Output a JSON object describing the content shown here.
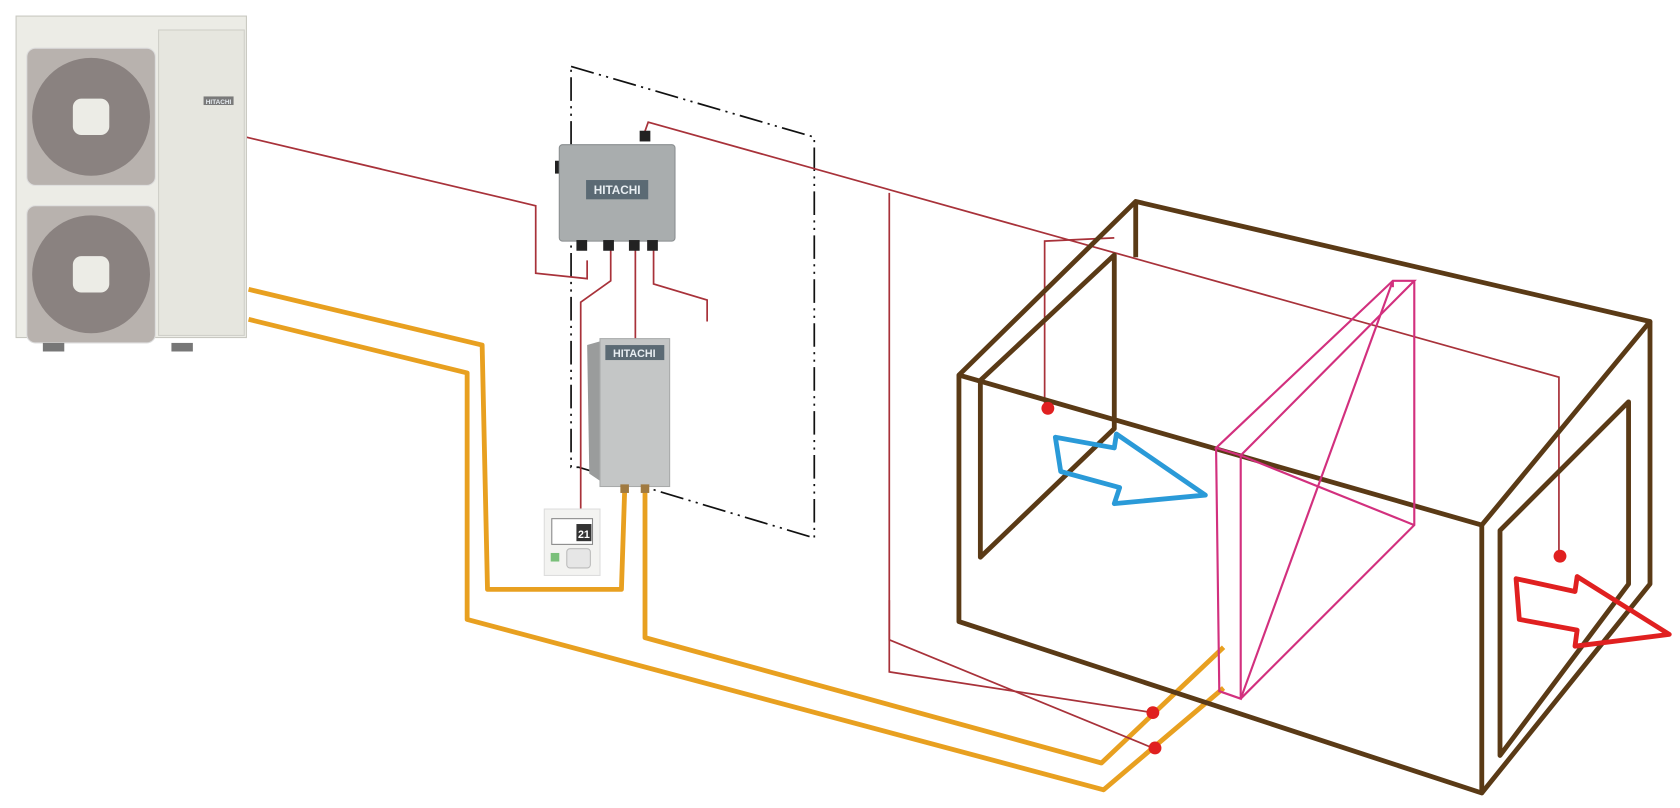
{
  "title": "Hitachi outdoor unit with expansion valve kit and air handling duct connection diagram",
  "outdoor_unit": {
    "brand": "HITACHI"
  },
  "control_box": {
    "brand": "HITACHI"
  },
  "expansion_valve_kit": {
    "brand": "HITACHI"
  },
  "remote_controller": {
    "display_value": "21"
  },
  "colors": {
    "wiring": "#a8323a",
    "refrigerant_pipe": "#e8a020",
    "duct": "#5a3a16",
    "heat_exchanger": "#d2307e",
    "air_inlet_arrow": "#2a9ad8",
    "air_outlet_arrow": "#e02020",
    "sensor_dot": "#e02020"
  }
}
